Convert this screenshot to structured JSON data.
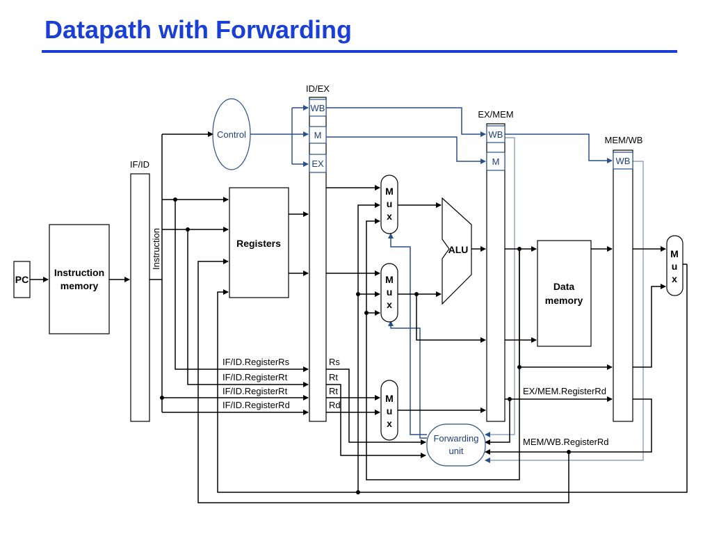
{
  "title": "Datapath with Forwarding",
  "pipeline_registers": {
    "if_id": "IF/ID",
    "id_ex": "ID/EX",
    "ex_mem": "EX/MEM",
    "mem_wb": "MEM/WB"
  },
  "control_fields": {
    "wb": "WB",
    "m": "M",
    "ex": "EX"
  },
  "blocks": {
    "pc": "PC",
    "instruction_memory_line1": "Instruction",
    "instruction_memory_line2": "memory",
    "instruction": "Instruction",
    "control": "Control",
    "registers": "Registers",
    "alu": "ALU",
    "data_memory_line1": "Data",
    "data_memory_line2": "memory",
    "forwarding_line1": "Forwarding",
    "forwarding_line2": "unit",
    "mux_m": "M",
    "mux_u": "u",
    "mux_x": "x"
  },
  "signals": {
    "if_id_rs": "IF/ID.RegisterRs",
    "if_id_rt1": "IF/ID.RegisterRt",
    "if_id_rt2": "IF/ID.RegisterRt",
    "if_id_rd": "IF/ID.RegisterRd",
    "rs": "Rs",
    "rt1": "Rt",
    "rt2": "Rt",
    "rd": "Rd",
    "ex_mem_rd": "EX/MEM.RegisterRd",
    "mem_wb_rd": "MEM/WB.RegisterRd"
  },
  "colors": {
    "title": "#1a3fd6",
    "control_lines": "#2a4f8a"
  }
}
